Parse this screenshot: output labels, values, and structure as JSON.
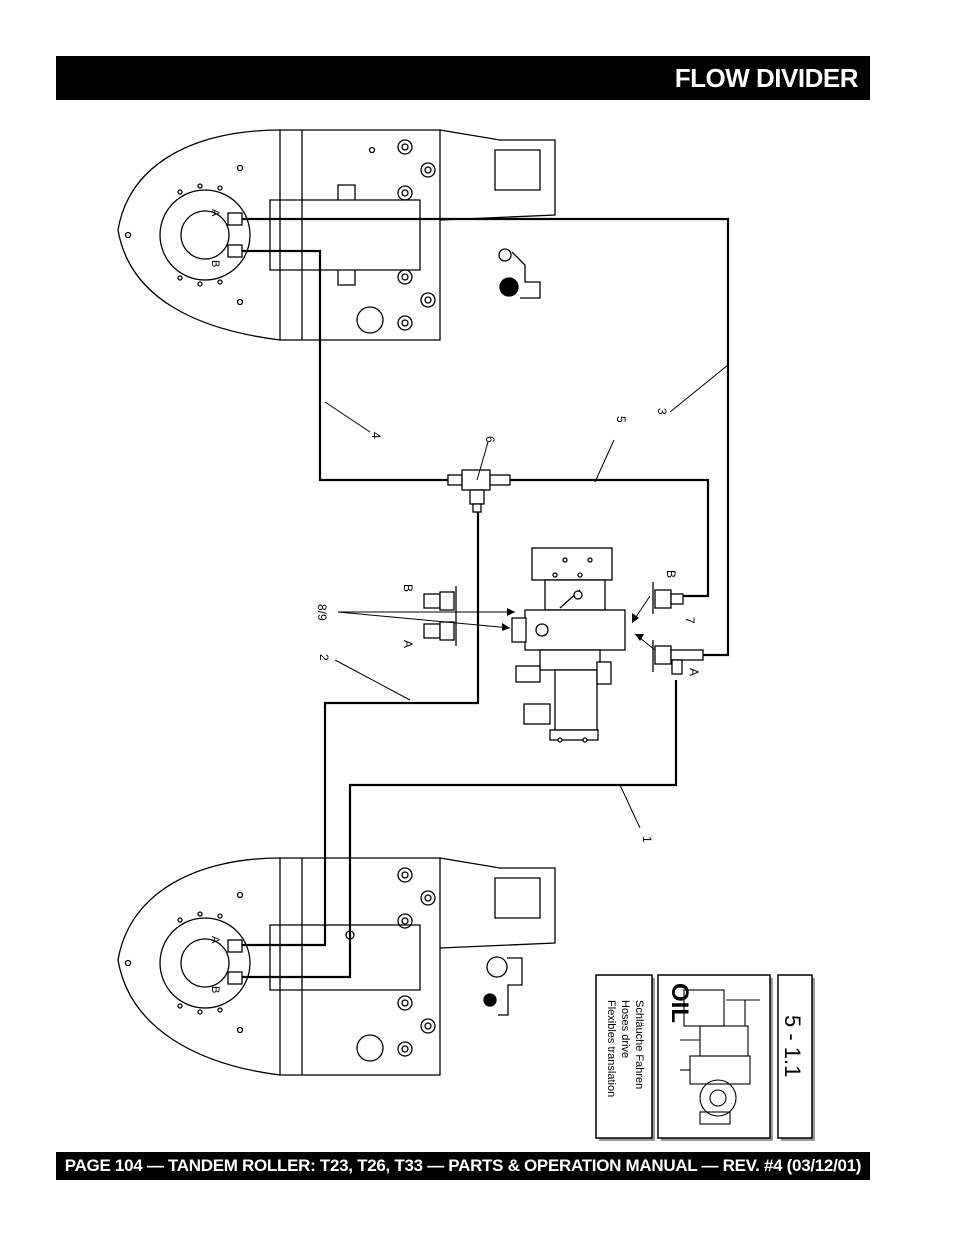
{
  "header": {
    "title": "FLOW DIVIDER"
  },
  "footer": {
    "text": "PAGE 104 — TANDEM ROLLER: T23, T26, T33 — PARTS & OPERATION MANUAL — REV. #4 (03/12/01)"
  },
  "diagram": {
    "callouts": [
      "1",
      "2",
      "3",
      "4",
      "5",
      "6",
      "7",
      "8/9"
    ],
    "port_labels": {
      "a": "A",
      "b": "B"
    },
    "badge": {
      "section": "5 - 1.1",
      "oil": "OIL",
      "line1": "Schläuche Fahren",
      "line2": "Hoses drive",
      "line3": "Flexibles translation"
    }
  }
}
